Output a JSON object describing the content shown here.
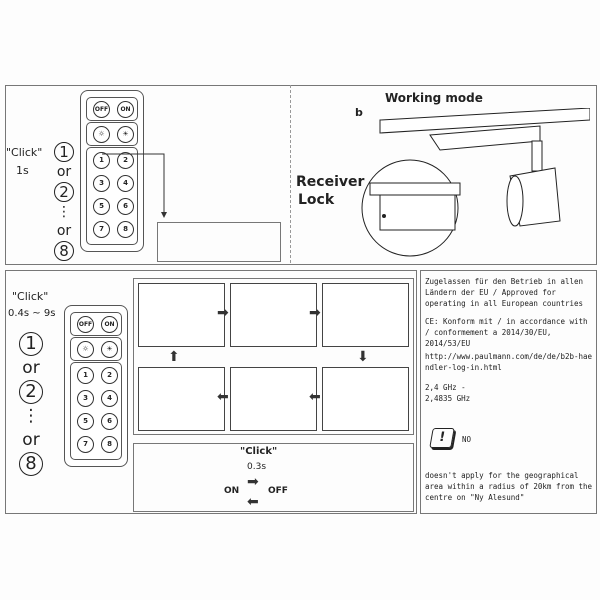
{
  "top_left": {
    "click_label": "\"Click\"",
    "duration": "1s",
    "channels": [
      "1",
      "2",
      "8"
    ],
    "or_label": "or",
    "dots": "⋮"
  },
  "remote": {
    "off": "OFF",
    "on": "ON",
    "numbers": [
      "1",
      "2",
      "3",
      "4",
      "5",
      "6",
      "7",
      "8"
    ]
  },
  "top_right": {
    "title": "Working mode",
    "marker": "b",
    "receiver": "Receiver",
    "lock": "Lock"
  },
  "bottom_left": {
    "click_label": "\"Click\"",
    "duration": "0.4s ~ 9s",
    "channels": [
      "1",
      "2",
      "8"
    ],
    "or_label": "or",
    "dots": "⋮"
  },
  "toggle": {
    "click_label": "\"Click\"",
    "duration": "0.3s",
    "on": "ON",
    "off": "OFF"
  },
  "notice": {
    "approval": "Zugelassen für den Betrieb in allen Ländern der EU / Approved for operating in all European countries",
    "ce": "CE: Konform mit / in accordance with / conformement a 2014/30/EU, 2014/53/EU",
    "url": "http://www.paulmann.com/de/de/b2b-haendler-log-in.html",
    "freq1": "2,4 GHz -",
    "freq2": "2,4835 GHz",
    "warning_symbol": "!",
    "country": "NO",
    "exception": "doesn't apply for the geographical area within a radius of 20km from the centre on \"Ny Alesund\""
  }
}
